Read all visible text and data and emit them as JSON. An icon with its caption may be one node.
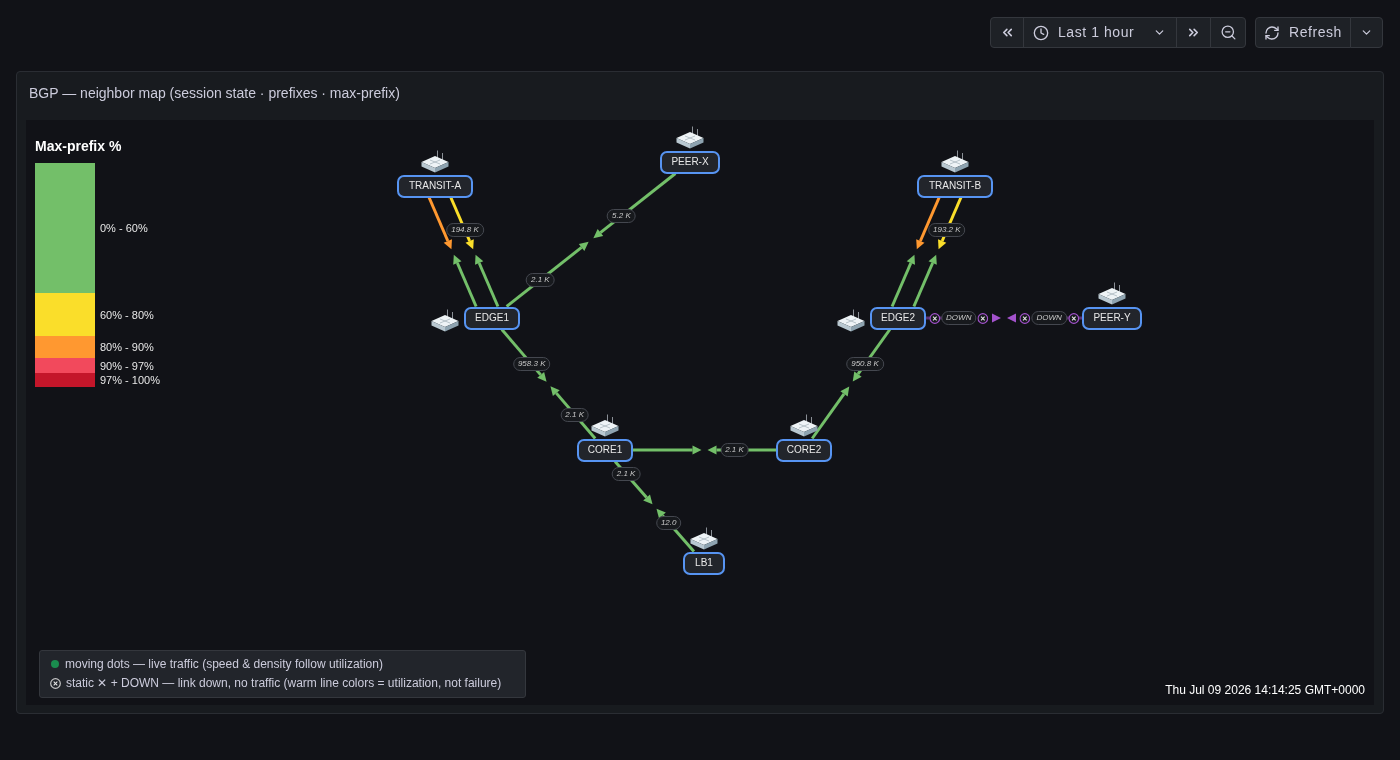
{
  "diagram": {
    "title": "BGP — neighbor map (session state · prefixes · max-prefix)",
    "nodes": [
      {
        "text": [
          "PEER-X"
        ]
      },
      {
        "text": [
          "TRANSIT-A"
        ]
      },
      {
        "text": [
          "TRANSIT-B"
        ]
      },
      {
        "text": [
          "EDGE1"
        ]
      },
      {
        "text": [
          "EDGE2"
        ]
      },
      {
        "text": [
          "PEER-Y"
        ]
      },
      {
        "text": [
          "CORE1"
        ]
      },
      {
        "text": [
          "CORE2"
        ]
      },
      {
        "text": [
          "LB1"
        ]
      }
    ],
    "edges": [
      {
        "from": 1,
        "to": null,
        "arrow": "to",
        "color": "#ff9830"
      },
      {
        "from": 3,
        "to": null,
        "arrow": "to"
      },
      {
        "from": 1,
        "to": null,
        "arrow": "to",
        "color": "#fade2a",
        "label": "194.8 K"
      },
      {
        "from": 3,
        "to": null,
        "arrow": "to"
      },
      {
        "from": 0,
        "to": null,
        "arrow": "to",
        "label": "5.2 K"
      },
      {
        "from": 3,
        "to": null,
        "arrow": "to",
        "label": "2.1 K"
      },
      {
        "from": 2,
        "to": null,
        "arrow": "to",
        "color": "#ff9830"
      },
      {
        "from": 4,
        "to": null,
        "arrow": "to"
      },
      {
        "from": 2,
        "to": null,
        "arrow": "to",
        "color": "#fade2a",
        "label": "193.2 K"
      },
      {
        "from": 4,
        "to": null,
        "arrow": "to"
      },
      {
        "from": 4,
        "to": null,
        "arrow": "to",
        "style": "dashed",
        "color": "#a352cc",
        "label": "DOWN"
      },
      {
        "from": 5,
        "to": null,
        "arrow": "to",
        "style": "dashed",
        "color": "#a352cc",
        "label": "DOWN"
      },
      {
        "from": 3,
        "to": null,
        "arrow": "to",
        "label": "958.3 K"
      },
      {
        "from": 6,
        "to": null,
        "arrow": "to",
        "label": "2.1 K"
      },
      {
        "from": 7,
        "to": null,
        "arrow": "to"
      },
      {
        "from": 4,
        "to": null,
        "arrow": "to",
        "label": "950.8 K"
      },
      {
        "from": 6,
        "to": null,
        "arrow": "to"
      },
      {
        "from": 7,
        "to": null,
        "arrow": "to",
        "label": "2.1 K"
      },
      {
        "from": 6,
        "to": null,
        "arrow": "to",
        "label": "2.1 K"
      },
      {
        "from": 8,
        "to": null,
        "arrow": "to",
        "label": "12.0"
      }
    ],
    "labels": [
      "Last 1 hour",
      "Refresh",
      "Max-prefix %",
      "Thu Jul 09 2026 14:14:25 GMT+0000"
    ],
    "legend": [
      {
        "text": "0% - 60%",
        "color": "#73bf69"
      },
      {
        "text": "60% - 80%",
        "color": "#fade2a"
      },
      {
        "text": "80% - 90%",
        "color": "#ff9830"
      },
      {
        "text": "90% - 97%",
        "color": "#f2495c"
      },
      {
        "text": "97% - 100%",
        "color": "#c4162a"
      },
      {
        "text": "moving dots — live traffic (speed & density follow utilization)",
        "color": "#1a8c4e"
      },
      {
        "text": "static ✕ + DOWN — link down, no traffic (warm line colors = utilization, not failure)"
      }
    ]
  }
}
